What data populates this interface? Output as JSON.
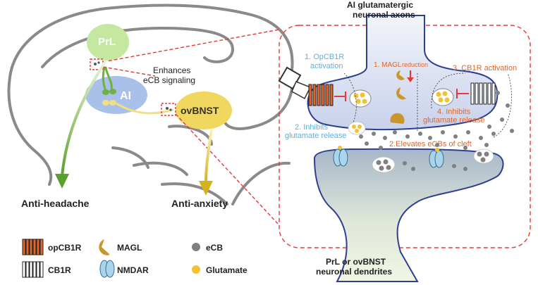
{
  "regions": {
    "prl": "PrL",
    "ai": "AI",
    "ovbnst": "ovBNST"
  },
  "labels": {
    "enhances_line1": "Enhances",
    "enhances_line2": "eCB signaling",
    "anti_headache": "Anti-headache",
    "anti_anxiety": "Anti-anxiety",
    "axon_title_line1": "AI glutamatergic",
    "axon_title_line2": "neuronal axons",
    "dendrite_title_line1": "PrL or ovBNST",
    "dendrite_title_line2": "neuronal dendrites"
  },
  "steps": {
    "step1_line1": "1. OpCB1R",
    "step1_line2": "activation",
    "step2_line1": "2. Inhibits",
    "step2_line2": "glutamate release",
    "mag1_a": "1. MAGL",
    "mag1_b": "reduction",
    "mag2": "2.Elevates eCBs of cleft",
    "cb3": "3. CB1R activation",
    "cb4_line1": "4. Inhibits",
    "cb4_line2": "glutamate release"
  },
  "legend": {
    "opcb1r": "opCB1R",
    "cb1r": "CB1R",
    "magl": "MAGL",
    "nmdar": "NMDAR",
    "ecb": "eCB",
    "glutamate": "Glutamate"
  },
  "colors": {
    "prl": "#c5e8a0",
    "ai": "#a9c0ea",
    "ovbnst": "#f0d860",
    "blue_text": "#5fb0d8",
    "orange_text": "#e0662a",
    "red": "#e53935",
    "dashed": "#e53935",
    "magl": "#c8962a",
    "ecb": "#808080",
    "glutamate": "#f2c230",
    "receptor": "#a9d4ec"
  }
}
